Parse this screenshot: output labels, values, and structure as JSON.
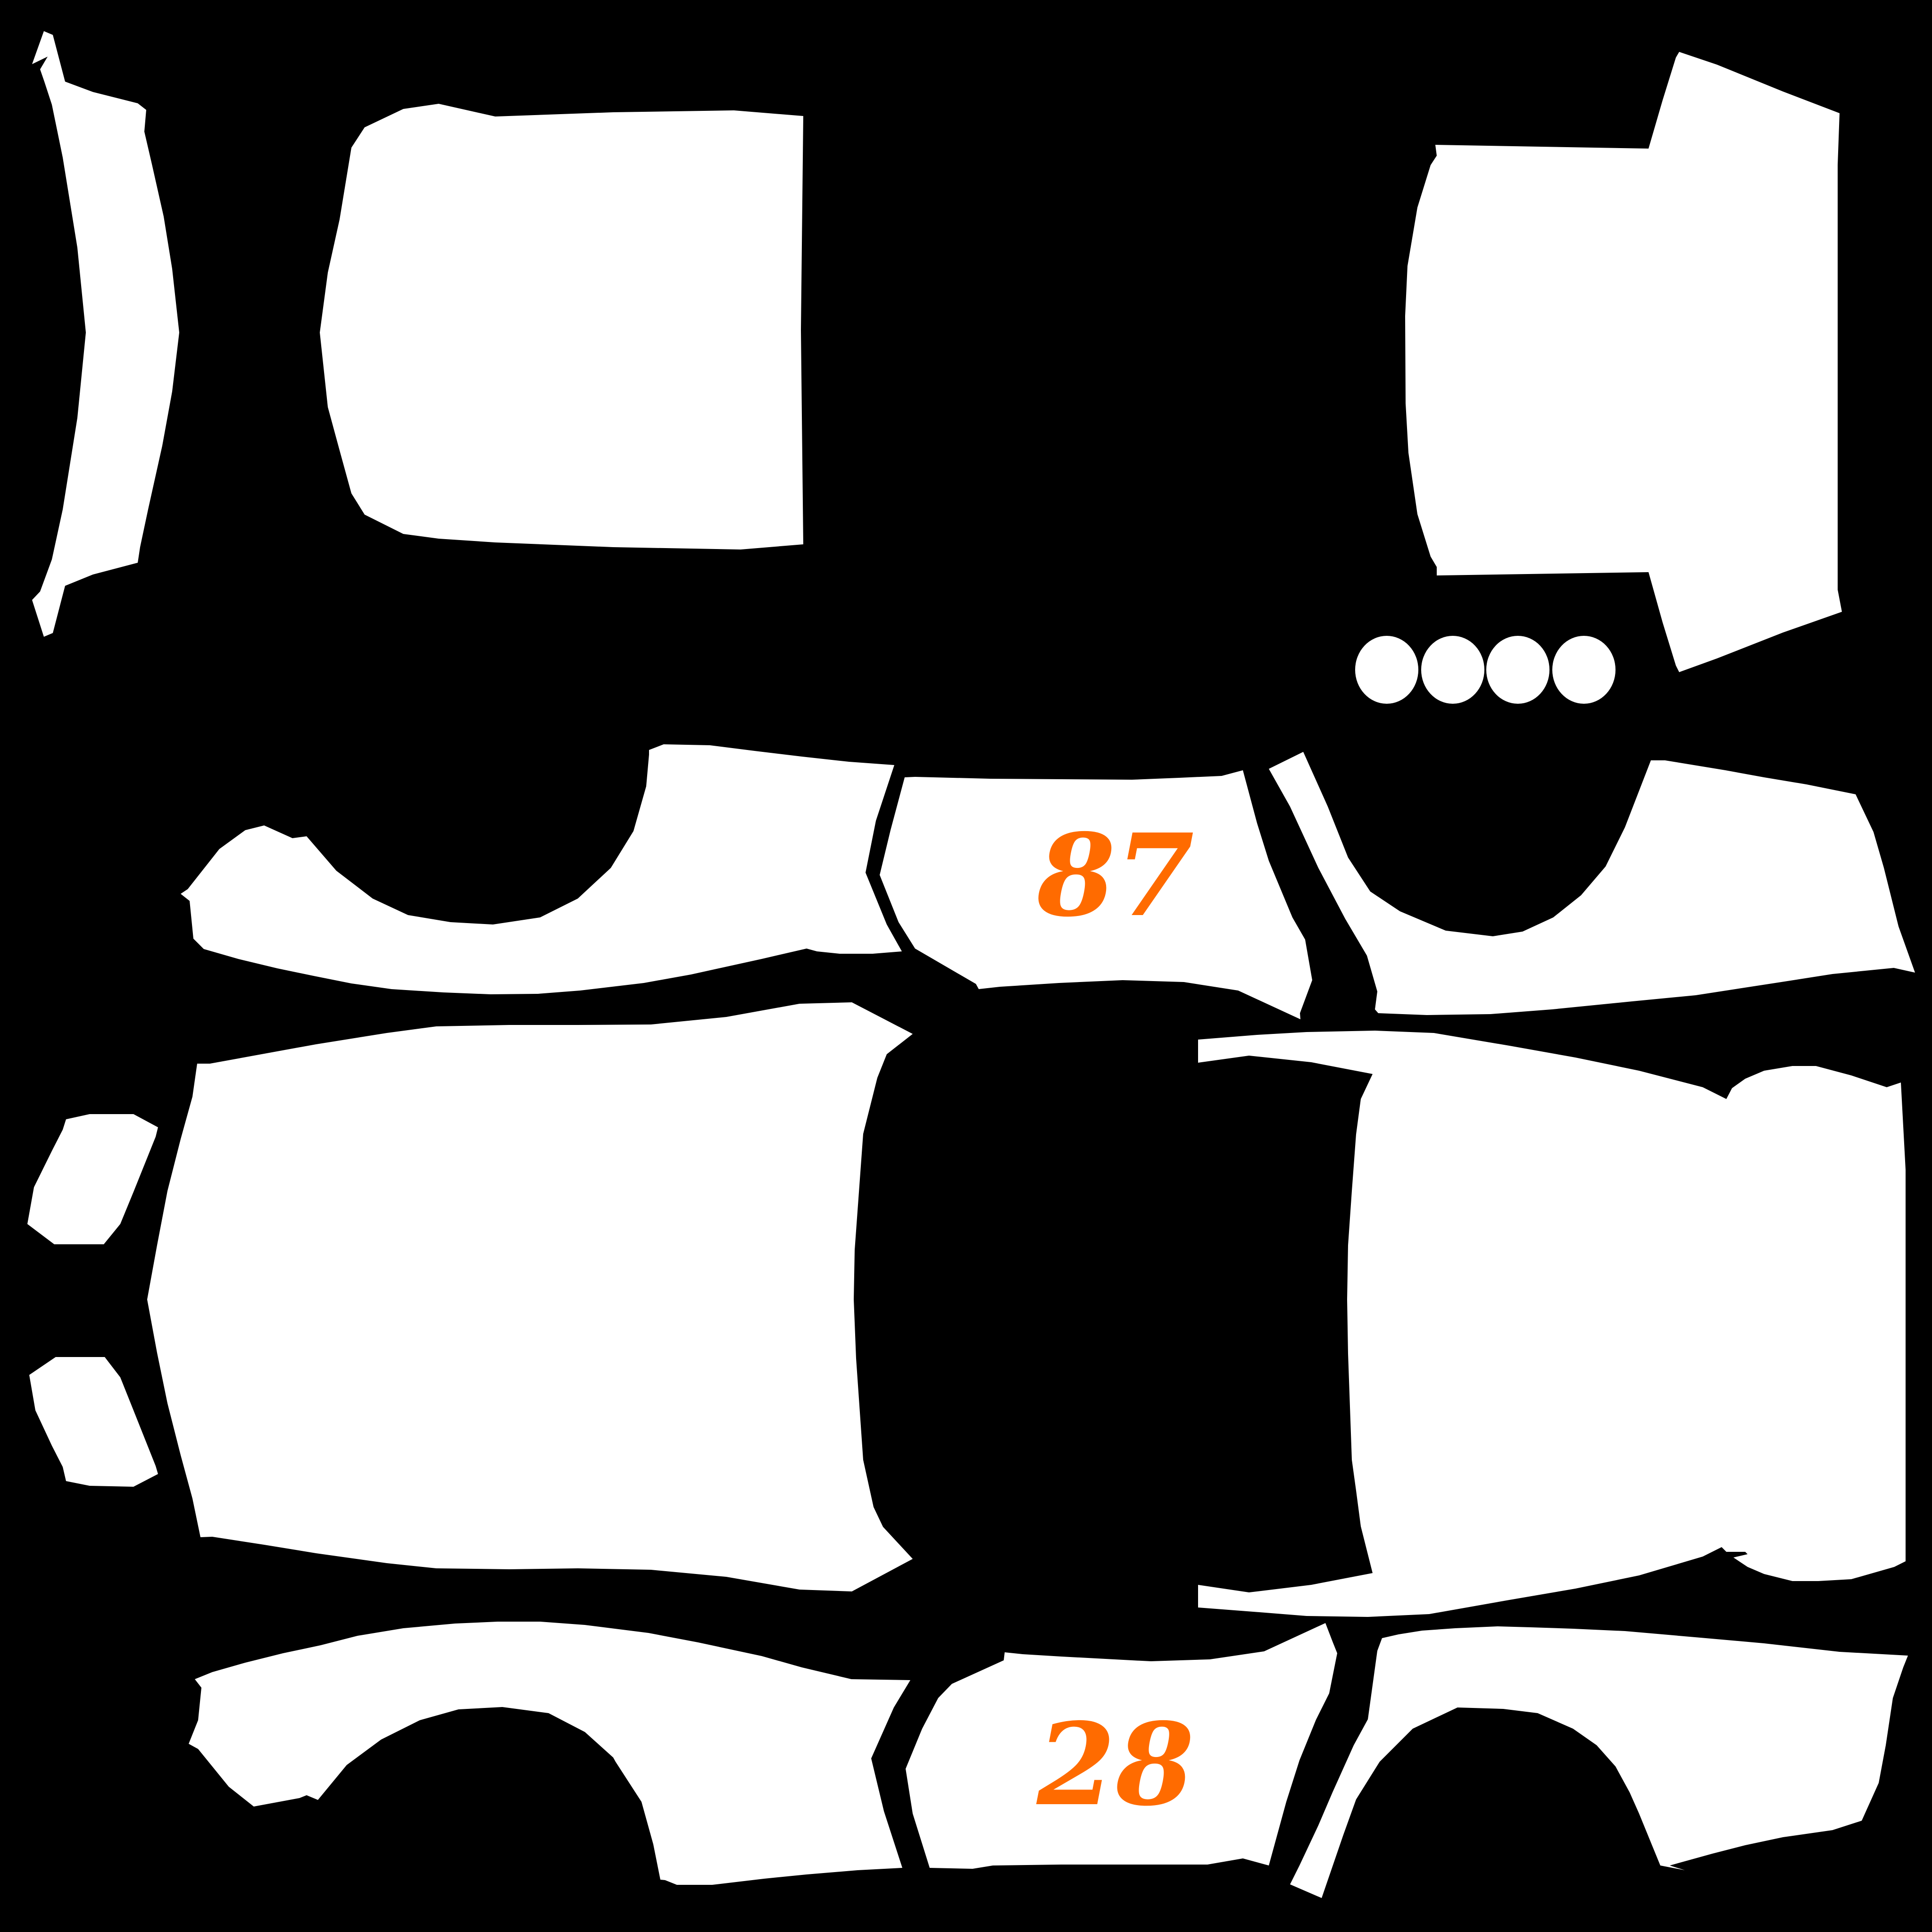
{
  "template": {
    "background_color": "#000000",
    "panel_color": "#FFFFFF",
    "accent_color": "#FF6B00",
    "numbers": {
      "rear_number": "87",
      "front_number": "28"
    },
    "headlight_count": 4
  }
}
